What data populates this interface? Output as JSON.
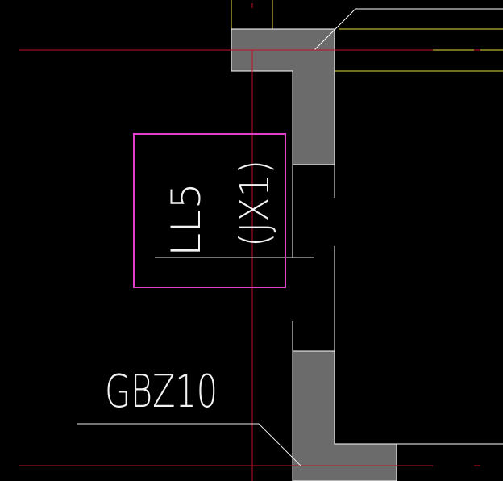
{
  "labels": {
    "beam_tag_main": "LL5",
    "beam_tag_sub": "(JX1)",
    "column_tag": "GBZ10"
  },
  "colors": {
    "background": "#000000",
    "axis_line": "#c0102a",
    "wall_fill": "#6b6b6b",
    "wall_edge": "#ffffff",
    "annotation_line": "#e8e8e8",
    "yellow_line": "#e7e046",
    "selection_box": "#e040c8",
    "text": "#f2f2f2"
  },
  "icons": {
    "selection": "selection-box-icon"
  }
}
